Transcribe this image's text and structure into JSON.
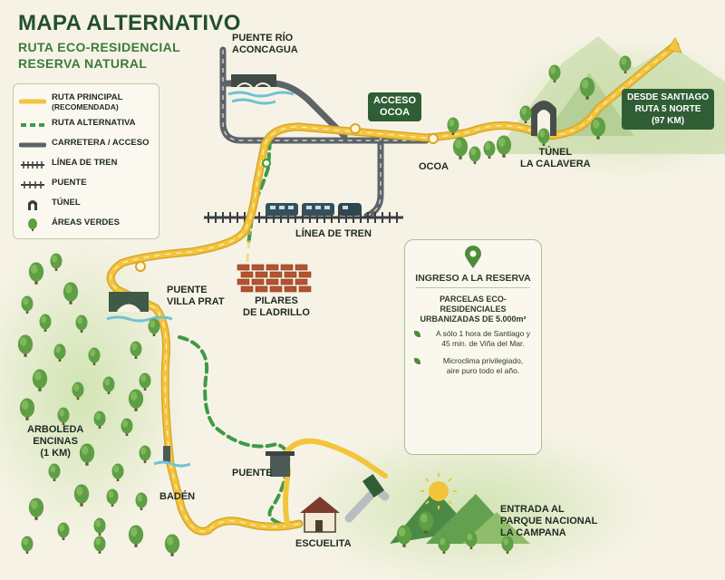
{
  "title": "MAPA ALTERNATIVO",
  "subtitle_line1": "RUTA ECO-RESIDENCIAL",
  "subtitle_line2": "RESERVA NATURAL",
  "legend": {
    "route_main": "RUTA PRINCIPAL",
    "route_main_note": "(RECOMENDADA)",
    "route_alt": "RUTA ALTERNATIVA",
    "road": "CARRETERA / ACCESO",
    "train": "LÍNEA DE TREN",
    "bridge": "PUENTE",
    "tunnel": "TÚNEL",
    "green": "ÁREAS VERDES"
  },
  "places": {
    "puente_rio_1": "PUENTE RÍO",
    "puente_rio_2": "ACONCAGUA",
    "acceso_ocoa_1": "ACCESO",
    "acceso_ocoa_2": "OCOA",
    "ocoa": "OCOA",
    "tunel_1": "TÚNEL",
    "tunel_2": "LA CALAVERA",
    "santiago_1": "DESDE SANTIAGO",
    "santiago_2": "RUTA 5 NORTE",
    "santiago_3": "(97 KM)",
    "linea_tren": "LÍNEA DE TREN",
    "puente_vp_1": "PUENTE",
    "puente_vp_2": "VILLA PRAT",
    "pilares_1": "PILARES",
    "pilares_2": "DE LADRILLO",
    "arboleda_1": "ARBOLEDA",
    "arboleda_2": "ENCINAS",
    "arboleda_3": "(1 KM)",
    "baden": "BADÉN",
    "puente": "PUENTE",
    "escuelita": "ESCUELITA",
    "entrada_1": "ENTRADA AL",
    "entrada_2": "PARQUE NACIONAL",
    "entrada_3": "LA CAMPANA"
  },
  "info": {
    "title": "INGRESO A LA RESERVA",
    "sub_1": "PARCELAS ECO-RESIDENCIALES",
    "sub_2": "URBANIZADAS DE 5.000m²",
    "bullet1_1": "A sólo 1 hora de Santiago y",
    "bullet1_2": "45 min. de Viña del Mar.",
    "bullet2_1": "Microclima privilegiado,",
    "bullet2_2": "aire puro todo el año."
  },
  "colors": {
    "route_main": "#f2c53d",
    "route_alt": "#3e9a47",
    "road": "#5c6468",
    "train": "#3a3f44",
    "background": "#f6f3e6",
    "callout": "#2f5e35",
    "tree": "#5e9e45",
    "water": "#6fc1d6"
  }
}
